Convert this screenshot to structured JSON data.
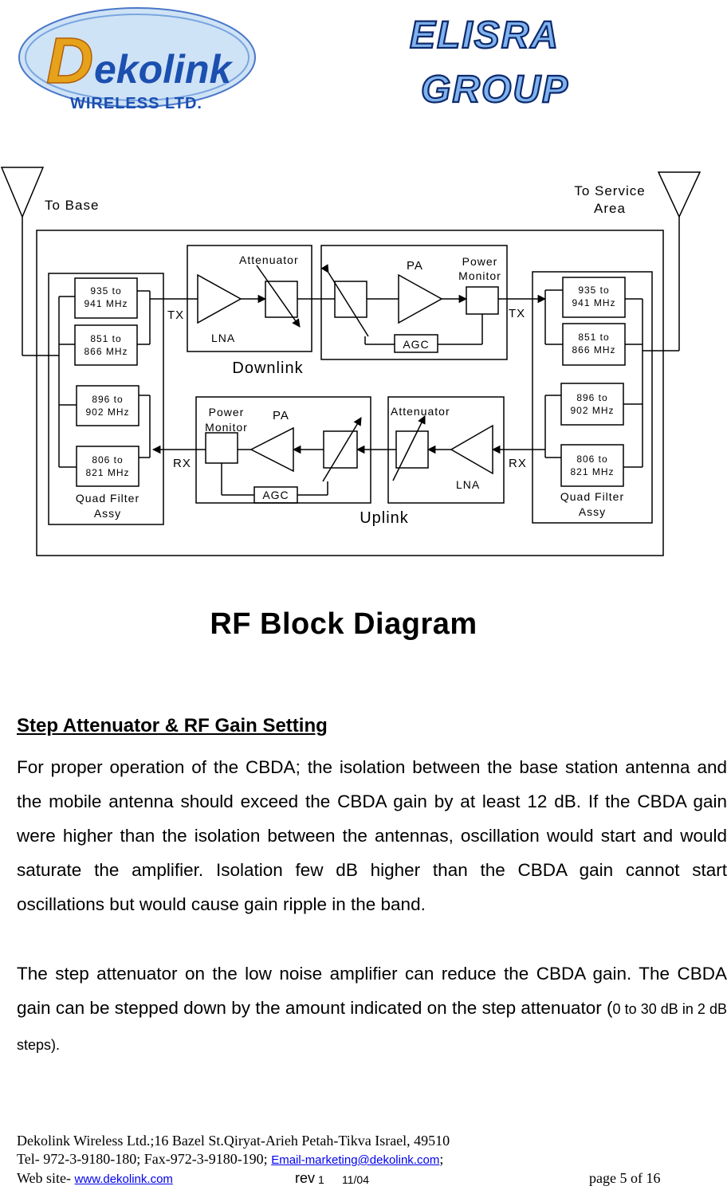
{
  "logos": {
    "dekolink_name": "ekolink",
    "dekolink_sub": "WIRELESS LTD.",
    "elisra_line1": "ELISRA",
    "elisra_line2": "GROUP"
  },
  "diagram": {
    "to_base": "To Base",
    "to_service_1": "To Service",
    "to_service_2": "Area",
    "downlink": "Downlink",
    "uplink": "Uplink",
    "tx": "TX",
    "rx": "RX",
    "lna": "LNA",
    "pa": "PA",
    "attenuator": "Attenuator",
    "power": "Power",
    "monitor": "Monitor",
    "agc": "AGC",
    "quad_filter": "Quad Filter",
    "assy": "Assy",
    "to": "to",
    "f935": "935 to",
    "f941": "941 MHz",
    "f851": "851 to",
    "f866": "866 MHz",
    "f896": "896 to",
    "f902": "902 MHz",
    "f806": "806 to",
    "f821": "821 MHz"
  },
  "title": "RF Block Diagram",
  "section": {
    "heading": "Step Attenuator & RF Gain Setting",
    "para1": "For proper operation of the CBDA; the isolation between the base station antenna and the mobile antenna should exceed the CBDA gain by at least 12 dB. If the CBDA gain were higher than the isolation between the antennas, oscillation would start and would saturate the amplifier. Isolation few dB higher than the CBDA gain cannot start oscillations but would cause gain ripple in the band.",
    "para2_main": "The step attenuator on the low noise amplifier can reduce the CBDA gain. The CBDA gain can be stepped down by the amount indicated on the step attenuator (",
    "para2_small": "0 to 30 dB in 2 dB steps)."
  },
  "footer": {
    "address": "Dekolink Wireless Ltd.;16 Bazel St.Qiryat-Arieh Petah-Tikva Israel, 49510",
    "phone": "Tel- 972-3-9180-180; Fax-972-3-9180-190; ",
    "email": "Email-marketing@dekolink.com",
    "semicolon": ";",
    "website_label": "Web site- ",
    "website": "www.dekolink.com",
    "rev_label": "rev",
    "rev_num": "1",
    "rev_date": "11/04",
    "page": "page 5 of 16"
  }
}
